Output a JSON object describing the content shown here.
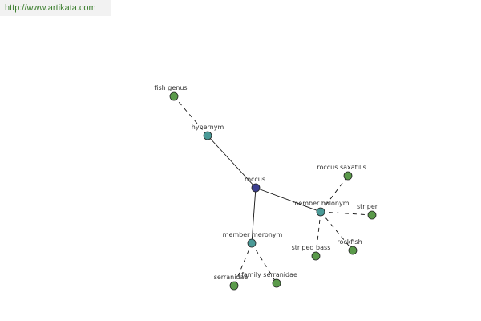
{
  "watermark": {
    "text": "http://www.artikata.com",
    "color": "#3a7d2c"
  },
  "colors": {
    "root_node": "#3c3f8f",
    "relation_node": "#4a9a97",
    "leaf_node": "#5a9a4a",
    "node_stroke": "#222222",
    "edge": "#111111",
    "label": "#333333"
  },
  "graph": {
    "nodes": [
      {
        "id": "roccus",
        "label": "roccus",
        "kind": "root"
      },
      {
        "id": "hypernym",
        "label": "hypernym",
        "kind": "relation"
      },
      {
        "id": "member-holonym",
        "label": "member holonym",
        "kind": "relation"
      },
      {
        "id": "member-meronym",
        "label": "member meronym",
        "kind": "relation"
      },
      {
        "id": "fish-genus",
        "label": "fish genus",
        "kind": "leaf"
      },
      {
        "id": "roccus-saxatilis",
        "label": "roccus saxatilis",
        "kind": "leaf"
      },
      {
        "id": "striper",
        "label": "striper",
        "kind": "leaf"
      },
      {
        "id": "rockfish",
        "label": "rockfish",
        "kind": "leaf"
      },
      {
        "id": "striped-bass",
        "label": "striped bass",
        "kind": "leaf"
      },
      {
        "id": "serranidae",
        "label": "serranidae",
        "kind": "leaf"
      },
      {
        "id": "family-serranidae",
        "label": "family serranidae",
        "kind": "leaf"
      }
    ],
    "edges": [
      {
        "from": "roccus",
        "to": "hypernym",
        "style": "solid"
      },
      {
        "from": "roccus",
        "to": "member-holonym",
        "style": "solid"
      },
      {
        "from": "roccus",
        "to": "member-meronym",
        "style": "solid"
      },
      {
        "from": "hypernym",
        "to": "fish-genus",
        "style": "dashed"
      },
      {
        "from": "member-holonym",
        "to": "roccus-saxatilis",
        "style": "dashed"
      },
      {
        "from": "member-holonym",
        "to": "striper",
        "style": "dashed"
      },
      {
        "from": "member-holonym",
        "to": "rockfish",
        "style": "dashed"
      },
      {
        "from": "member-holonym",
        "to": "striped-bass",
        "style": "dashed"
      },
      {
        "from": "member-meronym",
        "to": "serranidae",
        "style": "dashed"
      },
      {
        "from": "member-meronym",
        "to": "family-serranidae",
        "style": "dashed"
      }
    ]
  }
}
